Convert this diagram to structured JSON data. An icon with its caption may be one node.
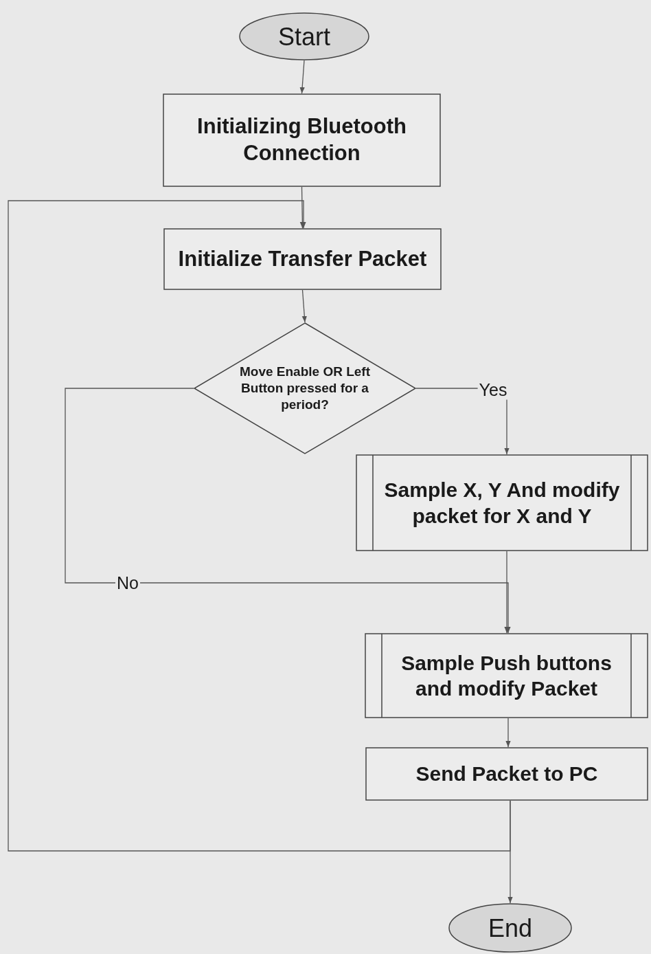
{
  "diagram": {
    "nodes": [
      {
        "text": [
          "Start"
        ]
      },
      {
        "text": [
          "Initializing Bluetooth Connection"
        ]
      },
      {
        "text": [
          "Initialize Transfer Packet"
        ]
      },
      {
        "text": [
          "Move Enable OR Left Button pressed for a period?"
        ]
      },
      {
        "text": [
          "Sample X, Y And modify packet for X and Y"
        ]
      },
      {
        "text": [
          "Sample Push buttons and modify Packet"
        ]
      },
      {
        "text": [
          "Send Packet to PC"
        ]
      },
      {
        "text": [
          "End"
        ]
      }
    ],
    "edges": [
      {
        "from": 0,
        "to": 1,
        "arrow": "to"
      },
      {
        "from": 1,
        "to": 2,
        "arrow": "to"
      },
      {
        "from": 2,
        "to": 3,
        "arrow": "to"
      },
      {
        "from": 3,
        "to": 4,
        "arrow": "to",
        "label": "Yes"
      },
      {
        "from": 3,
        "to": 5,
        "arrow": "to",
        "label": "No"
      },
      {
        "from": 4,
        "to": 5,
        "arrow": "to"
      },
      {
        "from": 5,
        "to": 6,
        "arrow": "to"
      },
      {
        "from": 6,
        "to": 7,
        "arrow": "to"
      },
      {
        "from": 6,
        "to": 2,
        "arrow": "to"
      }
    ]
  }
}
